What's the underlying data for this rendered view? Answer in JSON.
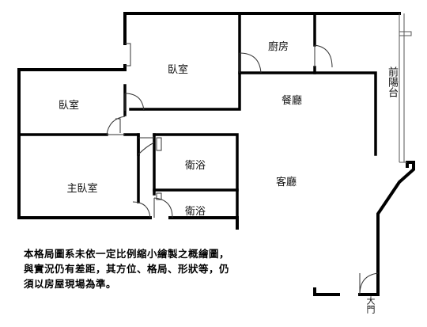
{
  "rooms": {
    "kitchen": "廚房",
    "bedroom_top": "臥室",
    "bedroom_left": "臥室",
    "dining": "餐廳",
    "bath_upper": "衛浴",
    "bath_lower": "衛浴",
    "master_bedroom": "主臥室",
    "living": "客廳",
    "front_balcony": "前陽台",
    "main_door": "大門"
  },
  "disclaimer": {
    "line1": "本格局圖系未依一定比例縮小繪製之概繪圖，",
    "line2": "與實況仍有差距，其方位、格局、形狀等，仍",
    "line3": "須以房屋現場為準。"
  }
}
